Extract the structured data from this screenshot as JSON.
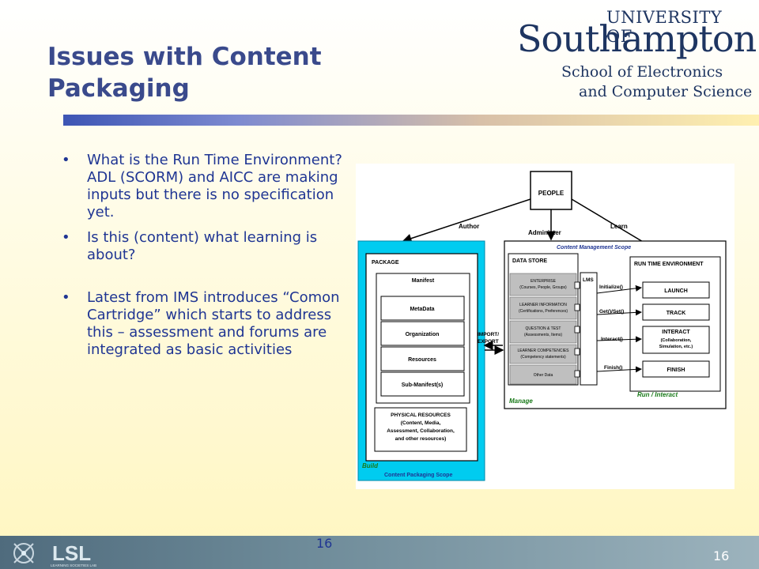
{
  "slide": {
    "title": "Issues with Content Packaging",
    "page_number_center": "16",
    "page_number_right": "16"
  },
  "logo": {
    "line1": "UNIVERSITY OF",
    "line2": "Southampton",
    "line3": "School of Electronics",
    "line4": "and Computer Science"
  },
  "footer_logo": {
    "text": "LSL",
    "subtext": "LEARNING SOCIETIES LAB"
  },
  "bullets": [
    "What is the Run Time Environment? ADL (SCORM) and AICC are making inputs but there is no specification yet.",
    "Is this (content) what learning is about?",
    "Latest from IMS introduces “Comon Cartridge” which starts to address this – assessment and forums are integrated as basic activities"
  ],
  "diagram": {
    "people": "PEOPLE",
    "author": "Author",
    "administer": "Administer",
    "learn": "Learn",
    "cms_scope": "Content Management Scope",
    "package": "PACKAGE",
    "manifest": "Manifest",
    "metadata": "MetaData",
    "organization": "Organization",
    "resources": "Resources",
    "submanifest": "Sub-Manifest(s)",
    "physical_title": "PHYSICAL RESOURCES",
    "physical_l1": "(Content, Media,",
    "physical_l2": "Assessment, Collaboration,",
    "physical_l3": "and other resources)",
    "build": "Build",
    "cps_scope": "Content Packaging Scope",
    "import1": "IMPORT/",
    "import2": "EXPORT",
    "datastore": "DATA STORE",
    "ds_enterprise": "ENTERPRISE",
    "ds_enterprise_sub": "(Courses, People, Groups)",
    "ds_learner": "LEARNER INFORMATION",
    "ds_learner_sub": "(Certifications, Preferences)",
    "ds_question": "QUESTION & TEST",
    "ds_question_sub": "(Assessments, Items)",
    "ds_competencies": "LEARNER COMPETENCIES",
    "ds_competencies_sub": "(Competency statements)",
    "ds_other": "Other Data",
    "lms": "LMS",
    "manage": "Manage",
    "rte": "RUN TIME ENVIRONMENT",
    "initialize": "Initialize()",
    "getset": "Get()/Set()",
    "interact_fn": "Interact()",
    "finish_fn": "Finish()",
    "launch": "LAUNCH",
    "track": "TRACK",
    "interact": "INTERACT",
    "interact_sub1": "(Collaboration,",
    "interact_sub2": "Simulation, etc.)",
    "finish": "FINISH",
    "run_interact": "Run / Interact"
  },
  "colors": {
    "title": "#3a4a8c",
    "bullet_text": "#1f3593",
    "cyan_build": "#00ccf0",
    "green_label": "#1a7a1a",
    "blue_label": "#1f3593"
  }
}
